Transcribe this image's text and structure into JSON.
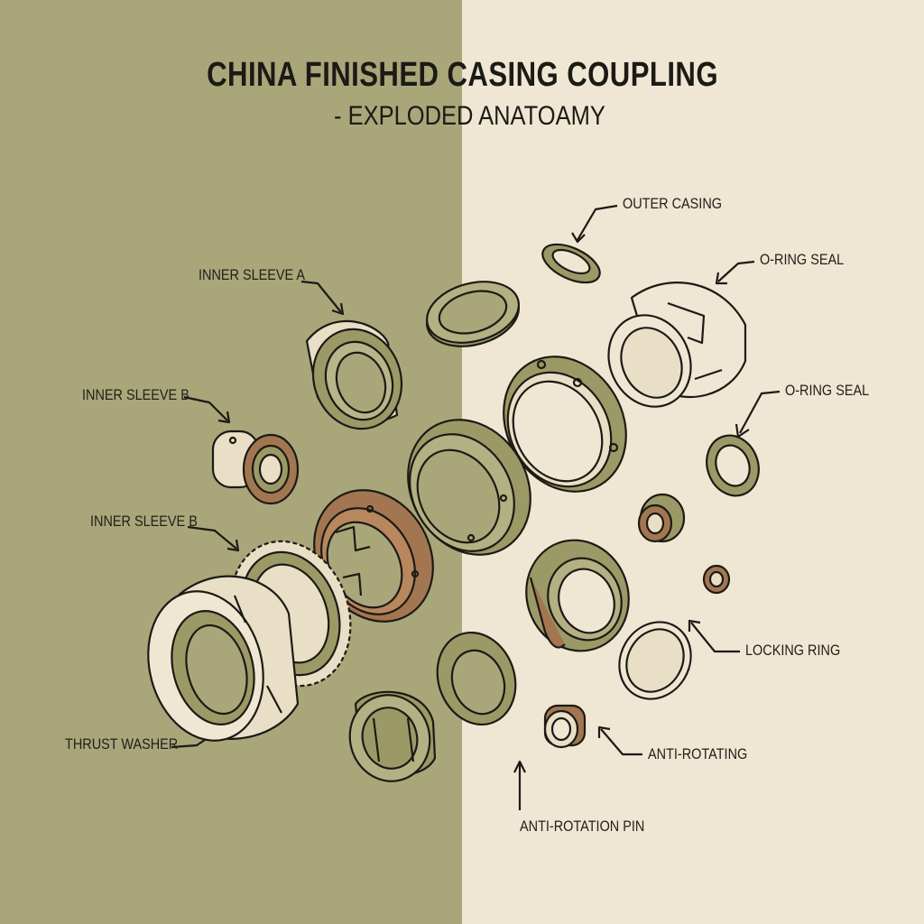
{
  "colors": {
    "bg_left": "#a9a67a",
    "bg_right": "#efe7d3",
    "ink": "#1c1a15",
    "part_olive": "#9b9a66",
    "part_cream": "#e9dfc6",
    "part_rust": "#a27650"
  },
  "title": "CHINA FINISHED CASING COUPLING",
  "subtitle": "- EXPLODED ANATOAMY",
  "labels": {
    "outer_casing": "OUTER CASING",
    "inner_sleeve_a": "INNER SLEEVE A",
    "o_ring_seal_1": "O-RING SEAL",
    "inner_sleeve_b_1": "INNER SLEEVE B",
    "o_ring_seal_2": "O-RING SEAL",
    "inner_sleeve_b_2": "INNER SLEEVE B",
    "locking_ring": "LOCKING RING",
    "anti_rotating": "ANTI-ROTATING",
    "thrust_washer": "THRUST WASHER",
    "anti_rotation_pin": "ANTI-ROTATION PIN"
  }
}
